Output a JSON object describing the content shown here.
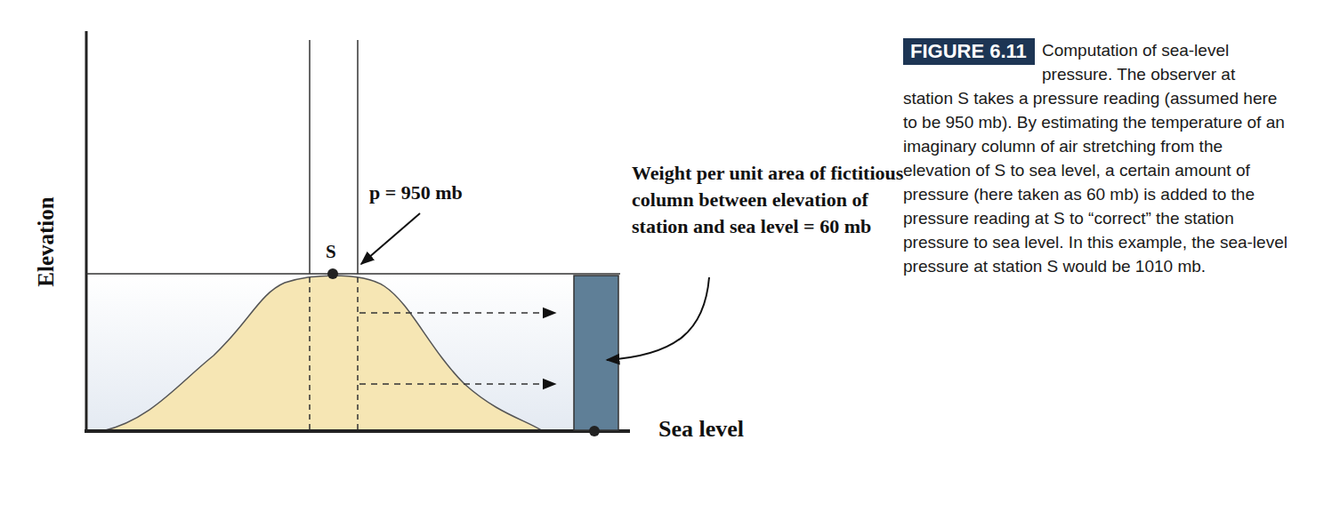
{
  "diagram": {
    "caption": "Computation of sea-level pressure. The observer at station S takes a pressure reading (assumed here to be 950 mb). By estimating the temperature of an imaginary column of air stretching from the elevation of S to sea level, a certain amount of pressure (here taken as 60 mb) is added to the pressure reading at S to “correct” the station pressure to sea level. In this example, the sea-level pressure at station S would be 1010 mb.",
    "nodes": [
      {
        "text": [
          "FIGURE 6.11"
        ]
      }
    ],
    "labels": [
      "Elevation",
      "p = 950 mb",
      "S",
      "Weight per unit area of fictitious column between elevation of station and sea level = 60 mb",
      "Sea level"
    ]
  }
}
